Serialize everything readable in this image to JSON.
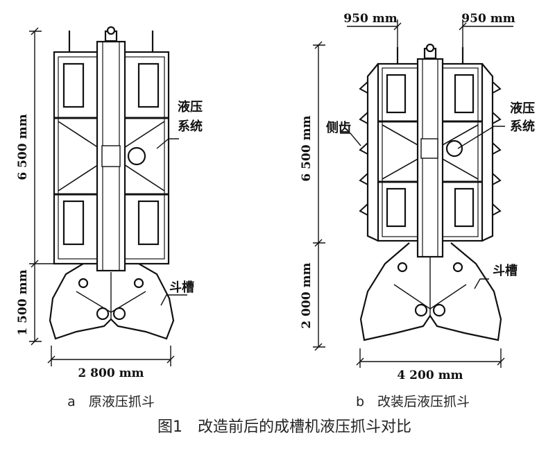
{
  "figure": {
    "caption": "图1　改造前后的成槽机液压抓斗对比"
  },
  "panel_a": {
    "subcaption": "a　原液压抓斗",
    "dims": {
      "body_height": "6 500 mm",
      "bucket_height": "1 500 mm",
      "width": "2 800 mm"
    },
    "labels": {
      "hydraulic_line1": "液压",
      "hydraulic_line2": "系统",
      "bucket": "斗槽"
    }
  },
  "panel_b": {
    "subcaption": "b　改装后液压抓斗",
    "dims": {
      "tooth_offset_left": "950 mm",
      "tooth_offset_right": "950 mm",
      "body_height": "6 500 mm",
      "bucket_height": "2 000 mm",
      "width": "4 200 mm"
    },
    "labels": {
      "side_teeth": "侧齿",
      "hydraulic_line1": "液压",
      "hydraulic_line2": "系统",
      "bucket": "斗槽"
    }
  },
  "colors": {
    "line": "#111111",
    "text": "#222222"
  }
}
